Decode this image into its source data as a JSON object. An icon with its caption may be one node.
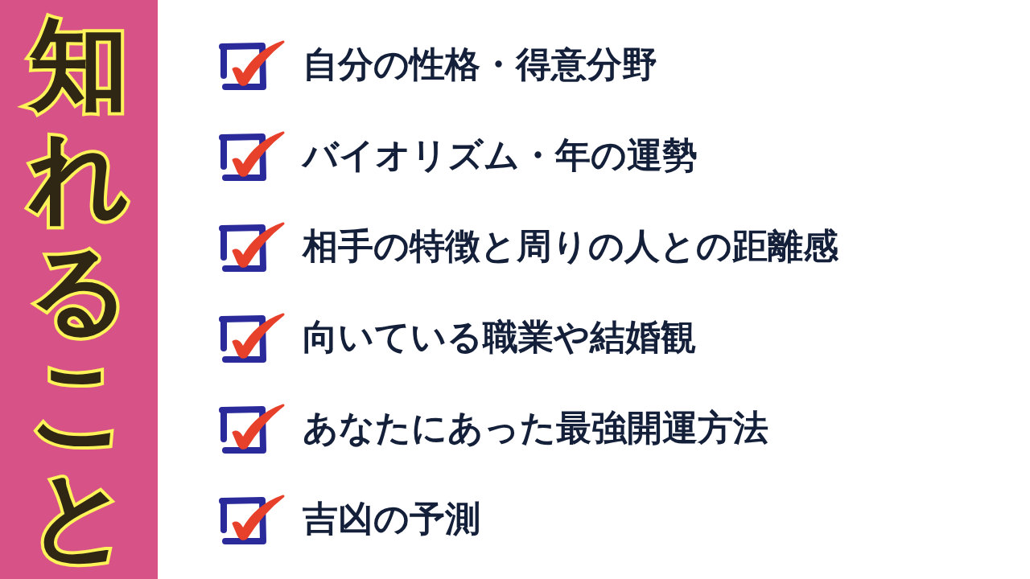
{
  "diagram": {
    "title": "知れること",
    "labels": [
      "自分の性格・得意分野",
      "バイオリズム・年の運勢",
      "相手の特徴と周りの人との距離感",
      "向いている職業や結婚観",
      "あなたにあった最強開運方法",
      "吉凶の予測"
    ]
  }
}
